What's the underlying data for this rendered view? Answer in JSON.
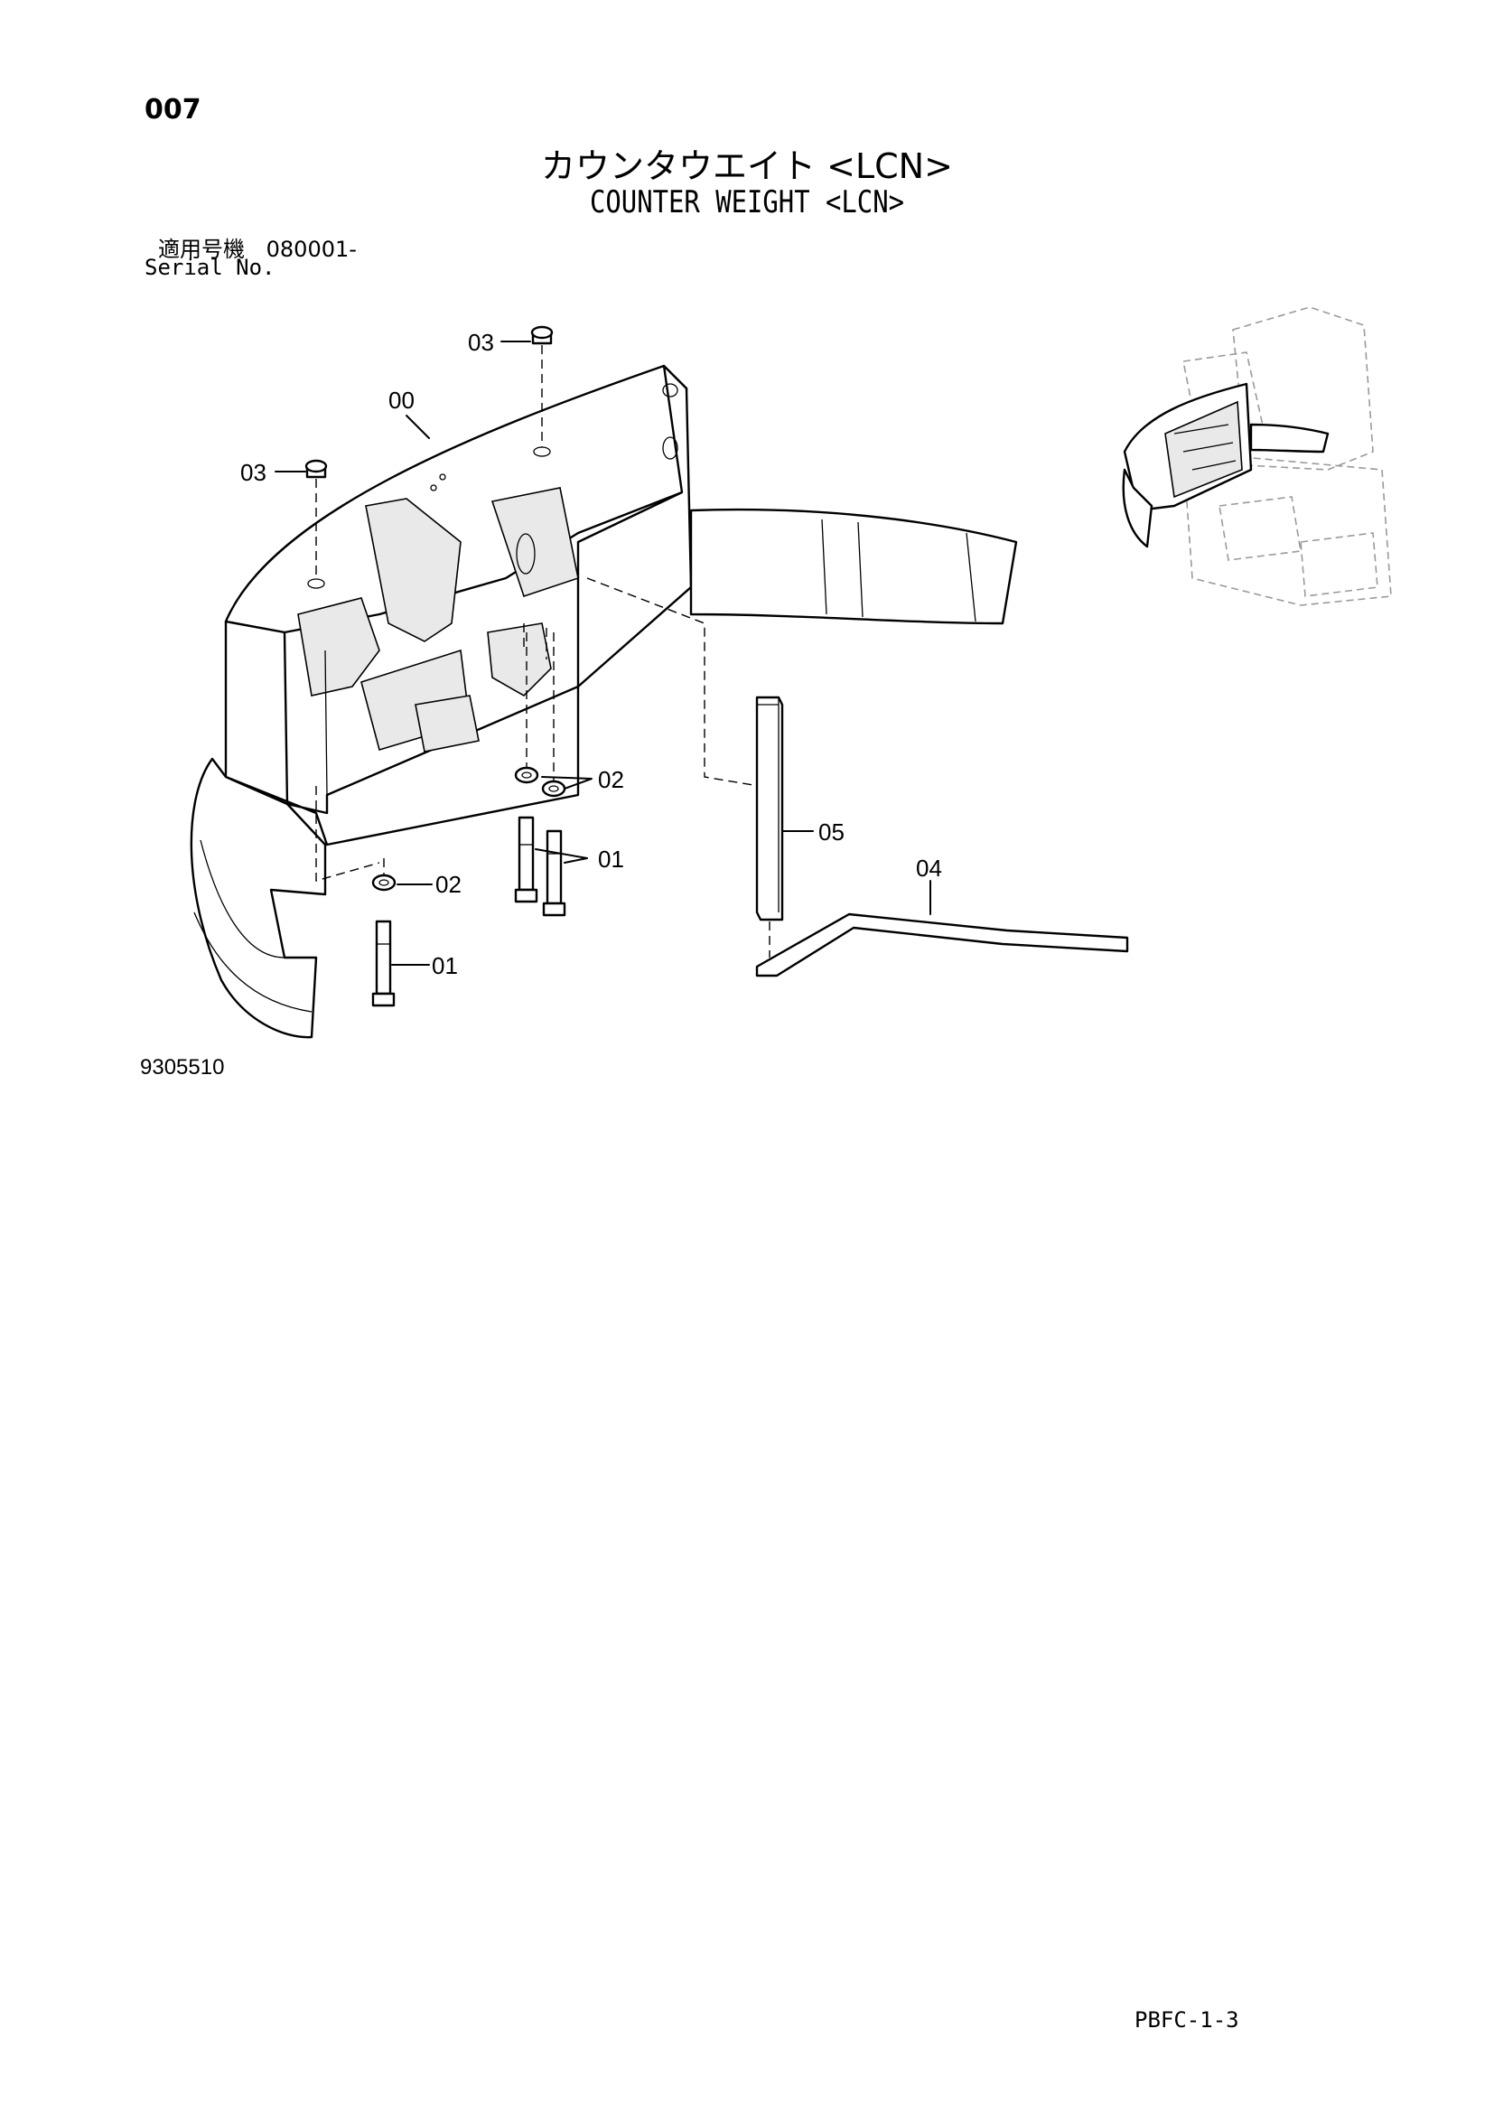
{
  "header": {
    "page_number": "007",
    "title_ja": "カウンタウエイト <LCN>",
    "title_en": "COUNTER WEIGHT <LCN>",
    "serial_label_ja": "適用号機",
    "serial_value": "080001-",
    "serial_label_en": "Serial No."
  },
  "diagram": {
    "callouts": [
      {
        "id": "label-00",
        "text": "00"
      },
      {
        "id": "label-03a",
        "text": "03"
      },
      {
        "id": "label-03b",
        "text": "03"
      },
      {
        "id": "label-02a",
        "text": "02"
      },
      {
        "id": "label-02b",
        "text": "02"
      },
      {
        "id": "label-01a",
        "text": "01"
      },
      {
        "id": "label-01b",
        "text": "01"
      },
      {
        "id": "label-05",
        "text": "05"
      },
      {
        "id": "label-04",
        "text": "04"
      }
    ]
  },
  "footer": {
    "drawing_number": "9305510",
    "sheet_code": "PBFC-1-3"
  }
}
